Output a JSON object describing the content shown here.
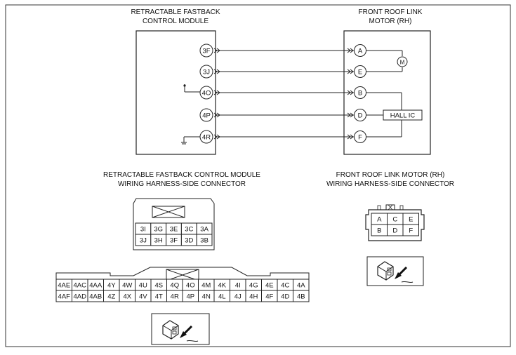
{
  "module": {
    "title_line1": "RETRACTABLE FASTBACK",
    "title_line2": "CONTROL MODULE",
    "pins": [
      "3F",
      "3J",
      "4O",
      "4P",
      "4R"
    ]
  },
  "motor": {
    "title_line1": "FRONT ROOF LINK",
    "title_line2": "MOTOR (RH)",
    "pins": [
      "A",
      "E",
      "B",
      "D",
      "F"
    ],
    "motor_symbol": "M",
    "hall_ic": "HALL IC"
  },
  "module_connector": {
    "title_line1": "RETRACTABLE FASTBACK CONTROL MODULE",
    "title_line2": "WIRING HARNESS-SIDE CONNECTOR",
    "top_rows": [
      [
        "3I",
        "3G",
        "3E",
        "3C",
        "3A"
      ],
      [
        "3J",
        "3H",
        "3F",
        "3D",
        "3B"
      ]
    ],
    "bottom_rows": [
      [
        "4AE",
        "4AC",
        "4AA",
        "4Y",
        "4W",
        "4U",
        "4S",
        "4Q",
        "4O",
        "4M",
        "4K",
        "4I",
        "4G",
        "4E",
        "4C",
        "4A"
      ],
      [
        "4AF",
        "4AD",
        "4AB",
        "4Z",
        "4X",
        "4V",
        "4T",
        "4R",
        "4P",
        "4N",
        "4L",
        "4J",
        "4H",
        "4F",
        "4D",
        "4B"
      ]
    ]
  },
  "motor_connector": {
    "title_line1": "FRONT ROOF LINK MOTOR (RH)",
    "title_line2": "WIRING HARNESS-SIDE CONNECTOR",
    "rows": [
      [
        "A",
        "C",
        "E"
      ],
      [
        "B",
        "D",
        "F"
      ]
    ]
  },
  "icons": [
    "connector-view-icon",
    "connector-view-icon"
  ]
}
